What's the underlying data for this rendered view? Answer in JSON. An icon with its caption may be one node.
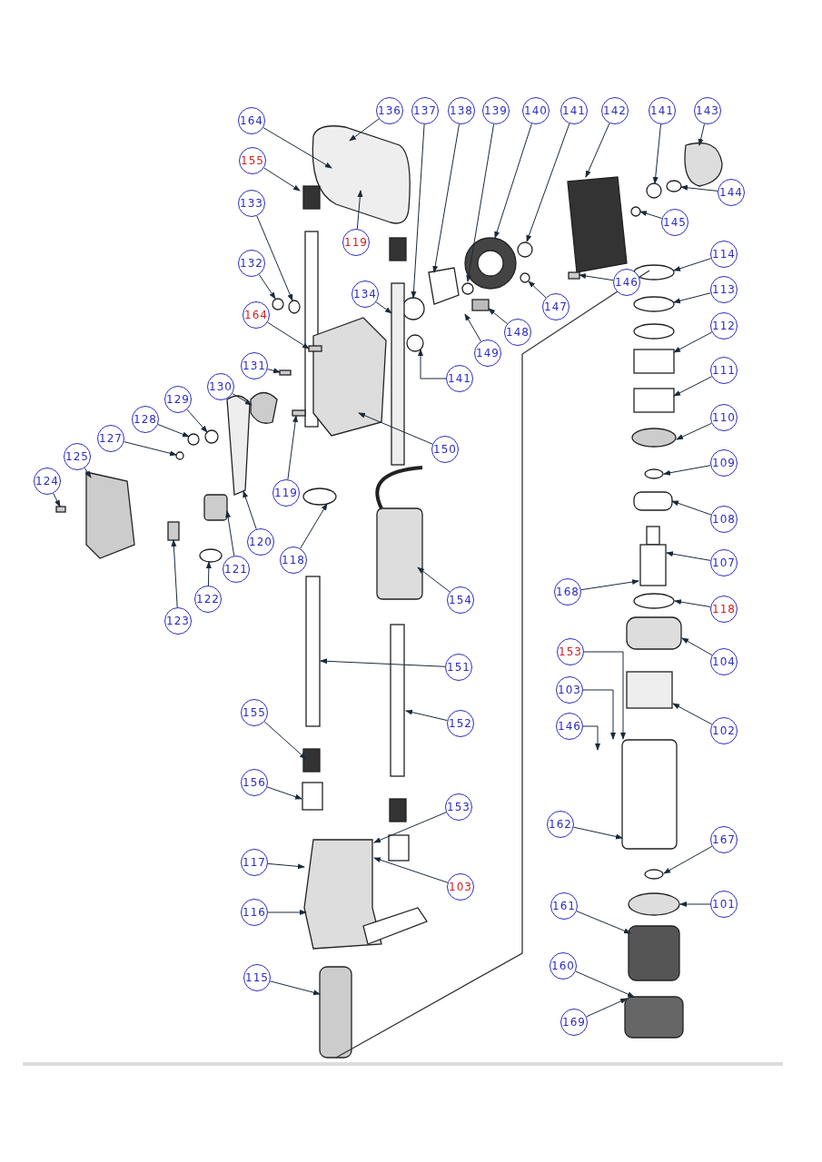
{
  "diagram": {
    "nodes": [
      {
        "text": [
          "164"
        ]
      },
      {
        "text": [
          "136"
        ]
      },
      {
        "text": [
          "155"
        ]
      },
      {
        "text": [
          "133"
        ]
      },
      {
        "text": [
          "132"
        ]
      },
      {
        "text": [
          "164"
        ]
      },
      {
        "text": [
          "131"
        ]
      },
      {
        "text": [
          "130"
        ]
      },
      {
        "text": [
          "129"
        ]
      },
      {
        "text": [
          "128"
        ]
      },
      {
        "text": [
          "127"
        ]
      },
      {
        "text": [
          "125"
        ]
      },
      {
        "text": [
          "124"
        ]
      },
      {
        "text": [
          "119"
        ]
      },
      {
        "text": [
          "137"
        ]
      },
      {
        "text": [
          "138"
        ]
      },
      {
        "text": [
          "139"
        ]
      },
      {
        "text": [
          "140"
        ]
      },
      {
        "text": [
          "141"
        ]
      },
      {
        "text": [
          "142"
        ]
      },
      {
        "text": [
          "141"
        ]
      },
      {
        "text": [
          "143"
        ]
      },
      {
        "text": [
          "144"
        ]
      },
      {
        "text": [
          "145"
        ]
      },
      {
        "text": [
          "146"
        ]
      },
      {
        "text": [
          "147"
        ]
      },
      {
        "text": [
          "148"
        ]
      },
      {
        "text": [
          "149"
        ]
      },
      {
        "text": [
          "134"
        ]
      },
      {
        "text": [
          "141"
        ]
      },
      {
        "text": [
          "150"
        ]
      },
      {
        "text": [
          "119"
        ]
      },
      {
        "text": [
          "120"
        ]
      },
      {
        "text": [
          "121"
        ]
      },
      {
        "text": [
          "122"
        ]
      },
      {
        "text": [
          "123"
        ]
      },
      {
        "text": [
          "118"
        ]
      },
      {
        "text": [
          "154"
        ]
      },
      {
        "text": [
          "151"
        ]
      },
      {
        "text": [
          "152"
        ]
      },
      {
        "text": [
          "155"
        ]
      },
      {
        "text": [
          "156"
        ]
      },
      {
        "text": [
          "153"
        ]
      },
      {
        "text": [
          "117"
        ]
      },
      {
        "text": [
          "103"
        ]
      },
      {
        "text": [
          "116"
        ]
      },
      {
        "text": [
          "115"
        ]
      },
      {
        "text": [
          "114"
        ]
      },
      {
        "text": [
          "113"
        ]
      },
      {
        "text": [
          "112"
        ]
      },
      {
        "text": [
          "111"
        ]
      },
      {
        "text": [
          "110"
        ]
      },
      {
        "text": [
          "109"
        ]
      },
      {
        "text": [
          "108"
        ]
      },
      {
        "text": [
          "107"
        ]
      },
      {
        "text": [
          "168"
        ]
      },
      {
        "text": [
          "118"
        ]
      },
      {
        "text": [
          "104"
        ]
      },
      {
        "text": [
          "153"
        ]
      },
      {
        "text": [
          "103"
        ]
      },
      {
        "text": [
          "146"
        ]
      },
      {
        "text": [
          "102"
        ]
      },
      {
        "text": [
          "162"
        ]
      },
      {
        "text": [
          "167"
        ]
      },
      {
        "text": [
          "101"
        ]
      },
      {
        "text": [
          "161"
        ]
      },
      {
        "text": [
          "160"
        ]
      },
      {
        "text": [
          "169"
        ]
      },
      {
        "text": [],
        "shape": "circle"
      },
      {
        "text": [],
        "shape": "circle"
      },
      {
        "text": [],
        "shape": "box"
      },
      {
        "text": [],
        "shape": "circle"
      },
      {
        "text": [],
        "shape": "circle"
      },
      {
        "text": [],
        "shape": "box"
      },
      {
        "text": [],
        "shape": "box"
      },
      {
        "text": [],
        "shape": "circle"
      },
      {
        "text": [],
        "shape": "circle"
      },
      {
        "text": [],
        "shape": "circle"
      },
      {
        "text": [],
        "shape": "box"
      },
      {
        "text": [],
        "shape": "box"
      },
      {
        "text": [],
        "shape": "circle"
      },
      {
        "text": [],
        "shape": "circle"
      },
      {
        "text": [],
        "shape": "box"
      },
      {
        "text": [],
        "shape": "circle"
      },
      {
        "text": [],
        "shape": "circle"
      },
      {
        "text": [],
        "shape": "bar"
      },
      {
        "text": [],
        "shape": "circle"
      },
      {
        "text": [],
        "shape": "bar"
      },
      {
        "text": [],
        "shape": "box"
      },
      {
        "text": [],
        "shape": "box"
      },
      {
        "text": [],
        "shape": "box"
      }
    ],
    "edges": [
      {
        "from": 0,
        "to": null,
        "arrow": "to"
      },
      {
        "from": 1,
        "to": null,
        "arrow": "to"
      },
      {
        "from": 2,
        "to": null,
        "arrow": "to"
      },
      {
        "from": 3,
        "to": 68,
        "arrow": "to"
      },
      {
        "from": 4,
        "to": 69,
        "arrow": "to"
      },
      {
        "from": 5,
        "to": 82,
        "arrow": "to"
      },
      {
        "from": 6,
        "to": 70,
        "arrow": "to"
      },
      {
        "from": 7,
        "to": 89,
        "arrow": "to"
      },
      {
        "from": 8,
        "to": 83,
        "arrow": "to"
      },
      {
        "from": 9,
        "to": 71,
        "arrow": "to"
      },
      {
        "from": 10,
        "to": 72,
        "arrow": "to"
      },
      {
        "from": 11,
        "to": 73,
        "arrow": "to"
      },
      {
        "from": 12,
        "to": 74,
        "arrow": "to"
      },
      {
        "from": 13,
        "to": null,
        "arrow": "to"
      },
      {
        "from": 14,
        "to": 75,
        "arrow": "to"
      },
      {
        "from": 15,
        "to": null,
        "arrow": "to"
      },
      {
        "from": 16,
        "to": null,
        "arrow": "to"
      },
      {
        "from": 17,
        "to": null,
        "arrow": "to"
      },
      {
        "from": 18,
        "to": null,
        "arrow": "to"
      },
      {
        "from": 19,
        "to": null,
        "arrow": "to"
      },
      {
        "from": 20,
        "to": 76,
        "arrow": "to"
      },
      {
        "from": 21,
        "to": null,
        "arrow": "to"
      },
      {
        "from": 22,
        "to": 77,
        "arrow": "to"
      },
      {
        "from": 23,
        "to": 84,
        "arrow": "to"
      },
      {
        "from": 24,
        "to": 78,
        "arrow": "to"
      },
      {
        "from": 25,
        "to": null,
        "arrow": "to"
      },
      {
        "from": 26,
        "to": null,
        "arrow": "to"
      },
      {
        "from": 27,
        "to": null,
        "arrow": "to"
      },
      {
        "from": 28,
        "to": 85,
        "arrow": "to"
      },
      {
        "from": 29,
        "to": 86,
        "arrow": "to"
      },
      {
        "from": 30,
        "to": null,
        "arrow": "to"
      },
      {
        "from": 31,
        "to": 90,
        "arrow": "to"
      },
      {
        "from": 32,
        "to": 87,
        "arrow": "to"
      },
      {
        "from": 33,
        "to": 79,
        "arrow": "to"
      },
      {
        "from": 34,
        "to": 80,
        "arrow": "to"
      },
      {
        "from": 35,
        "to": 88,
        "arrow": "to"
      },
      {
        "from": 36,
        "to": 81,
        "arrow": "to"
      },
      {
        "from": 37,
        "to": null,
        "arrow": "to"
      },
      {
        "from": 38,
        "to": null,
        "arrow": "to"
      },
      {
        "from": 39,
        "to": null,
        "arrow": "to"
      },
      {
        "from": 40,
        "to": null,
        "arrow": "to"
      },
      {
        "from": 41,
        "to": null,
        "arrow": "to"
      },
      {
        "from": 42,
        "to": null,
        "arrow": "to"
      },
      {
        "from": 43,
        "to": null,
        "arrow": "to"
      },
      {
        "from": 44,
        "to": null,
        "arrow": "to"
      },
      {
        "from": 45,
        "to": null,
        "arrow": "to"
      },
      {
        "from": 46,
        "to": null,
        "arrow": "to"
      },
      {
        "from": 47,
        "to": null,
        "arrow": "to"
      },
      {
        "from": 48,
        "to": null,
        "arrow": "to"
      },
      {
        "from": 49,
        "to": null,
        "arrow": "to"
      },
      {
        "from": 50,
        "to": null,
        "arrow": "to"
      },
      {
        "from": 51,
        "to": null,
        "arrow": "to"
      },
      {
        "from": 52,
        "to": null,
        "arrow": "to"
      },
      {
        "from": 53,
        "to": null,
        "arrow": "to"
      },
      {
        "from": 54,
        "to": null,
        "arrow": "to"
      },
      {
        "from": 55,
        "to": null,
        "arrow": "to"
      },
      {
        "from": 56,
        "to": null,
        "arrow": "to"
      },
      {
        "from": 57,
        "to": null,
        "arrow": "to"
      },
      {
        "from": 58,
        "to": null,
        "arrow": "to"
      },
      {
        "from": 59,
        "to": null,
        "arrow": "to"
      },
      {
        "from": 60,
        "to": null,
        "arrow": "to"
      },
      {
        "from": 61,
        "to": null,
        "arrow": "to"
      },
      {
        "from": 62,
        "to": null,
        "arrow": "to"
      },
      {
        "from": 63,
        "to": null,
        "arrow": "to"
      },
      {
        "from": 64,
        "to": null,
        "arrow": "to"
      },
      {
        "from": 65,
        "to": null,
        "arrow": "to"
      },
      {
        "from": 66,
        "to": null,
        "arrow": "to"
      },
      {
        "from": 67,
        "to": null,
        "arrow": "to"
      }
    ]
  }
}
